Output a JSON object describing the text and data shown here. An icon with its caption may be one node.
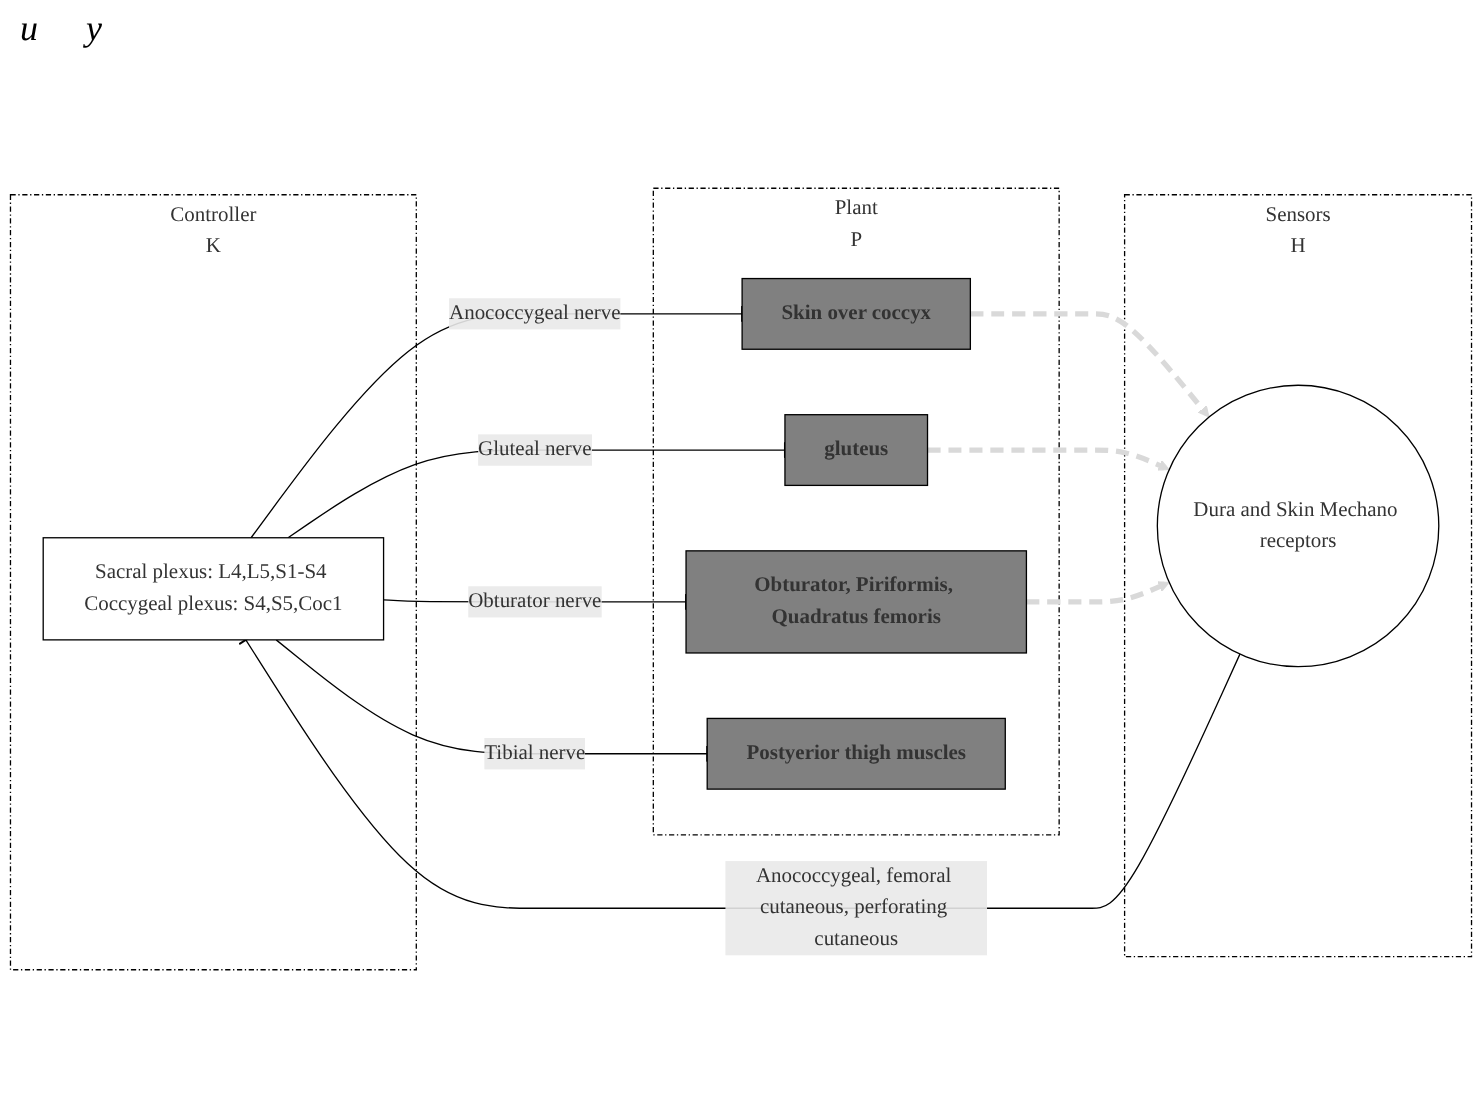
{
  "diagram": {
    "nodes": [
      {
        "text": [
          "Controller",
          "K"
        ]
      },
      {
        "text": [
          "Sacral plexus: L4,L5,S1-S4 Coccygeal plexus: S4,S5,Coc1"
        ],
        "in": 0
      },
      {
        "text": [
          "Sensors",
          "H"
        ]
      },
      {
        "text": [
          "Dura and Skin Mechano receptors"
        ],
        "in": 2
      },
      {
        "text": [
          "Plant",
          "P"
        ]
      },
      {
        "text": [
          "Skin over coccyx"
        ],
        "in": 4
      },
      {
        "text": [
          "gluteus"
        ],
        "in": 4
      },
      {
        "text": [
          "Obturator, Piriformis, Quadratus femoris"
        ],
        "in": 4
      },
      {
        "text": [
          "Postyerior thigh  muscles"
        ],
        "in": 4
      }
    ],
    "edges": [
      {
        "from": 1,
        "to": 5,
        "arrow": "other",
        "label": "Anococcygeal nerve"
      },
      {
        "from": 1,
        "to": 6,
        "arrow": "other",
        "label": "Gluteal nerve"
      },
      {
        "from": 1,
        "to": 7,
        "arrow": "other",
        "label": "Obturator nerve"
      },
      {
        "from": 1,
        "to": 8,
        "arrow": "other",
        "label": "Tibial nerve"
      },
      {
        "from": 3,
        "to": 1,
        "arrow": "other",
        "label": "Anococcygeal, femoral cutaneous, perforating cutaneous"
      },
      {
        "from": 5,
        "to": 3,
        "arrow": "to",
        "style": "dashed",
        "color": "#d9d9d9"
      },
      {
        "from": 6,
        "to": 3,
        "arrow": "to",
        "style": "dashed",
        "color": "#d9d9d9"
      },
      {
        "from": 7,
        "to": 3,
        "arrow": "to",
        "style": "dashed",
        "color": "#d9d9d9"
      }
    ],
    "labels": [
      "u",
      "y"
    ]
  }
}
